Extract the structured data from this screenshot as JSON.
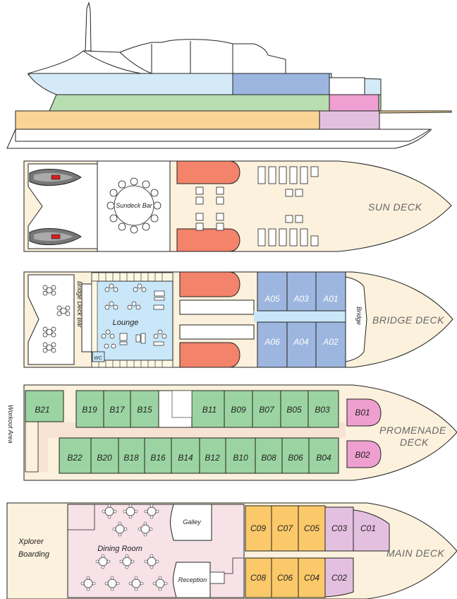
{
  "colors": {
    "hull": "#fbf1dc",
    "blue_cabin": "#9db6df",
    "green_cabin": "#9bd4a2",
    "pink_cabin": "#ee9fd0",
    "lilac_cabin": "#e4c0e0",
    "orange_cabin": "#fcc96a",
    "salmon": "#f3836a",
    "lounge": "#c9e7f8",
    "corridor_pink": "#f7e2e8",
    "promenade_fill": "#f6e3d4"
  },
  "decks": {
    "sun": {
      "name": "SUN DECK",
      "bar": "Sundeck Bar"
    },
    "bridge": {
      "name": "BRIDGE DECK",
      "bar": "Bridge Deck Bar",
      "lounge": "Lounge",
      "wc": "WC",
      "bridge": "Bridge",
      "cabins_top": [
        "A05",
        "A03",
        "A01"
      ],
      "cabins_bottom": [
        "A06",
        "A04",
        "A02"
      ]
    },
    "promenade": {
      "name_line1": "PROMENADE",
      "name_line2": "DECK",
      "workout": "Workout Area",
      "cabins_top": [
        "B21",
        "B19",
        "B17",
        "B15",
        "B11",
        "B09",
        "B07",
        "B05",
        "B03"
      ],
      "cabins_bottom": [
        "B22",
        "B20",
        "B18",
        "B16",
        "B14",
        "B12",
        "B10",
        "B08",
        "B06",
        "B04"
      ],
      "suite_top": "B01",
      "suite_bottom": "B02"
    },
    "main": {
      "name": "MAIN DECK",
      "boarding_line1": "Xplorer",
      "boarding_line2": "Boarding",
      "dining": "Dining Room",
      "galley": "Galley",
      "reception": "Reception",
      "cabins_top": [
        "C09",
        "C07",
        "C05"
      ],
      "cabins_bottom": [
        "C08",
        "C06",
        "C04"
      ],
      "lilac_top": [
        "C03",
        "C01"
      ],
      "lilac_bottom": [
        "C02"
      ]
    }
  }
}
